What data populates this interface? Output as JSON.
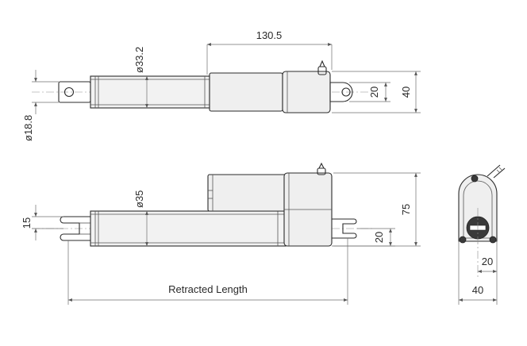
{
  "dimensions": {
    "top_length": "130.5",
    "top_tube_diameter": "ø33.2",
    "top_rod_diameter": "ø18.8",
    "top_height_small": "20",
    "top_height_large": "40",
    "side_tube_diameter": "ø35",
    "side_rod_offset": "15",
    "side_height_small": "20",
    "side_height_large": "75",
    "retracted_length": "Retracted Length",
    "end_width": "40",
    "end_offset": "20"
  }
}
